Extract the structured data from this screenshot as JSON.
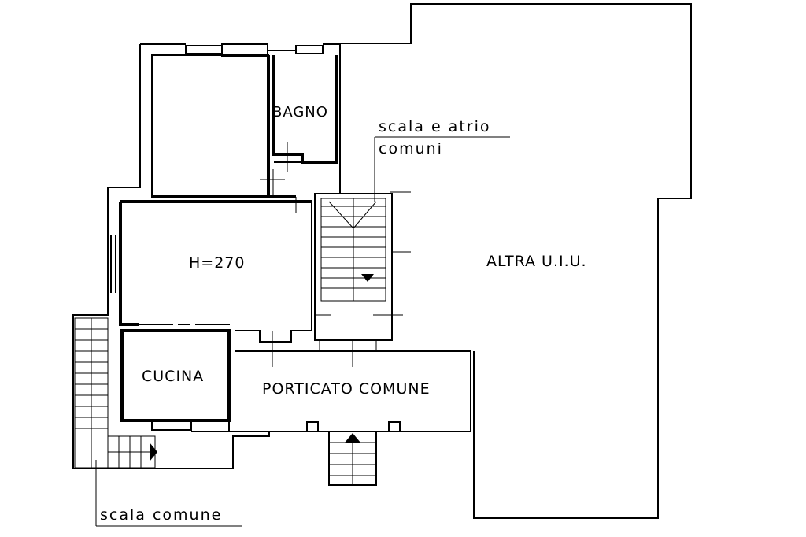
{
  "rooms": {
    "bagno": "BAGNO",
    "height": "H=270",
    "cucina": "CUCINA",
    "porticato": "PORTICATO COMUNE",
    "altra_uiu": "ALTRA U.I.U."
  },
  "annotations": {
    "scala_atrio_line1": "scala e atrio",
    "scala_atrio_line2": "comuni",
    "scala_comune": "scala comune"
  }
}
